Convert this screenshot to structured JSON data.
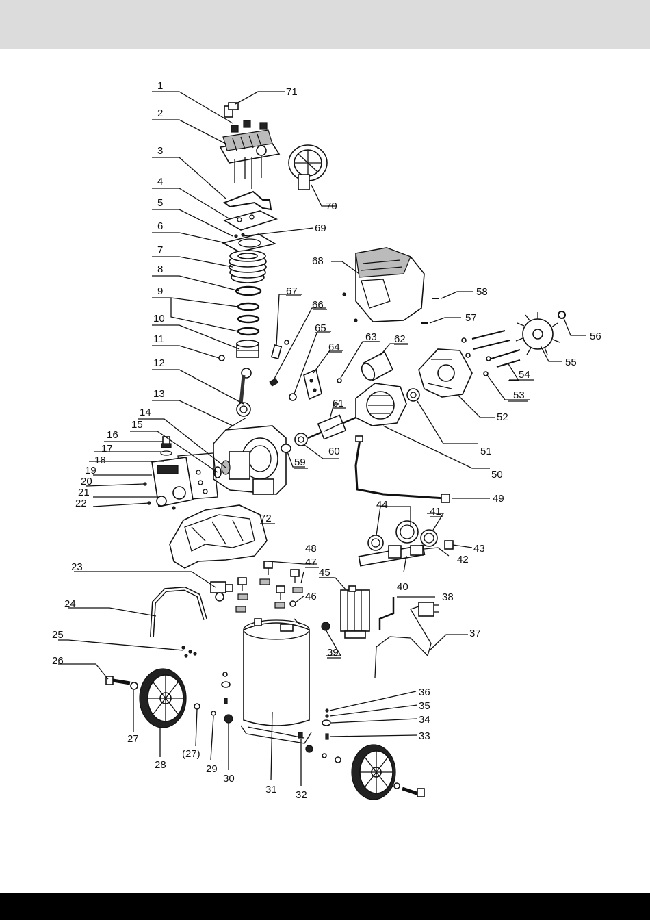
{
  "labels": {
    "p1": "1",
    "p2": "2",
    "p3": "3",
    "p4": "4",
    "p5": "5",
    "p6": "6",
    "p7": "7",
    "p8": "8",
    "p9": "9",
    "p10": "10",
    "p11": "11",
    "p12": "12",
    "p13": "13",
    "p14": "14",
    "p15": "15",
    "p16": "16",
    "p17": "17",
    "p18": "18",
    "p19": "19",
    "p20": "20",
    "p21": "21",
    "p22": "22",
    "p23": "23",
    "p24": "24",
    "p25": "25",
    "p26": "26",
    "p27": "27",
    "p27b": "(27)",
    "p28": "28",
    "p29": "29",
    "p30": "30",
    "p31": "31",
    "p32": "32",
    "p33": "33",
    "p34": "34",
    "p35": "35",
    "p36": "36",
    "p37": "37",
    "p38": "38",
    "p39": "39",
    "p40": "40",
    "p41": "41",
    "p42": "42",
    "p43": "43",
    "p44": "44",
    "p45": "45",
    "p46": "46",
    "p47": "47",
    "p48": "48",
    "p49": "49",
    "p50": "50",
    "p51": "51",
    "p52": "52",
    "p53": "53",
    "p54": "54",
    "p55": "55",
    "p56": "56",
    "p57": "57",
    "p58": "58",
    "p59": "59",
    "p60": "60",
    "p61": "61",
    "p62": "62",
    "p63": "63",
    "p64": "64",
    "p65": "65",
    "p66": "66",
    "p67": "67",
    "p68": "68",
    "p69": "69",
    "p70": "70",
    "p71": "71",
    "p72": "72"
  },
  "colors": {
    "header_band": "#dcdcdc",
    "footer_band": "#000000",
    "ink": "#111111"
  }
}
